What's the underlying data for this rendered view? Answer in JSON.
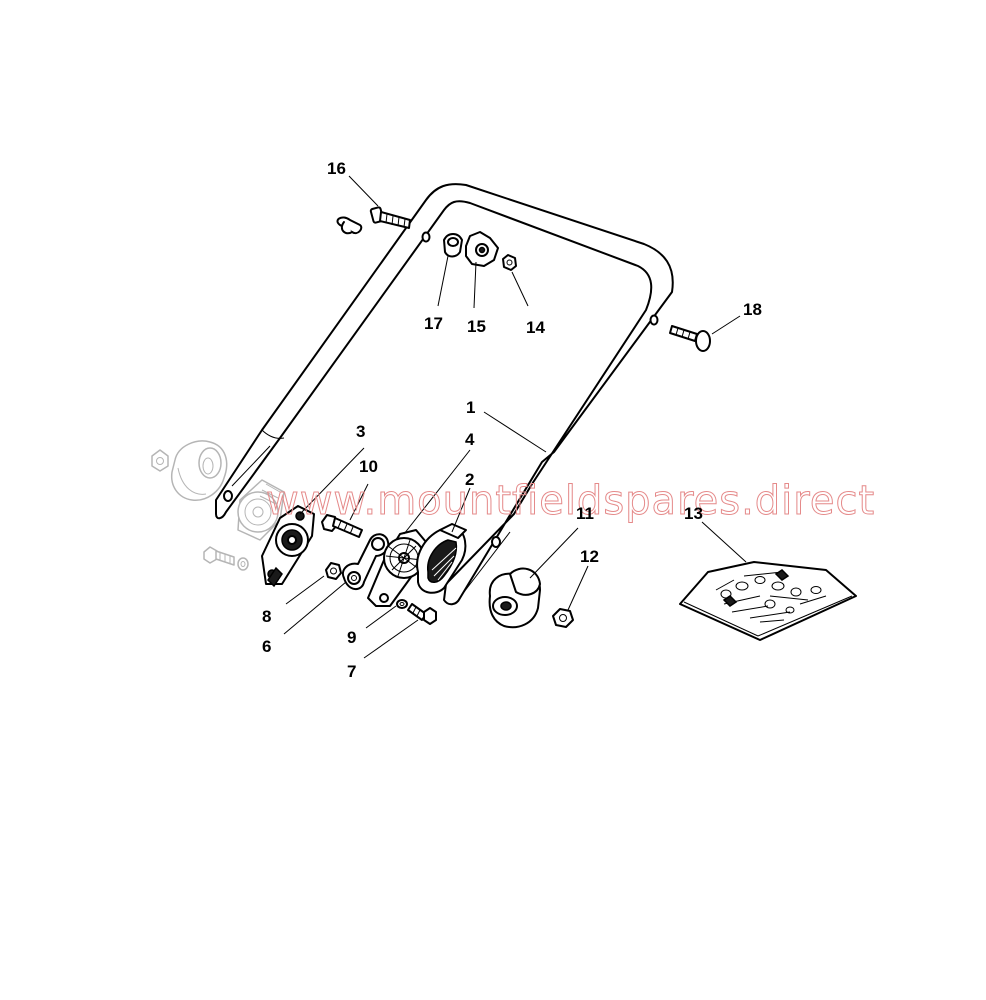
{
  "diagram": {
    "watermark": "www.mountfieldspares.direct",
    "callouts": [
      {
        "id": "1",
        "label": "1"
      },
      {
        "id": "2",
        "label": "2"
      },
      {
        "id": "3",
        "label": "3"
      },
      {
        "id": "4",
        "label": "4"
      },
      {
        "id": "6",
        "label": "6"
      },
      {
        "id": "7",
        "label": "7"
      },
      {
        "id": "8",
        "label": "8"
      },
      {
        "id": "9",
        "label": "9"
      },
      {
        "id": "10",
        "label": "10"
      },
      {
        "id": "11",
        "label": "11"
      },
      {
        "id": "12",
        "label": "12"
      },
      {
        "id": "13",
        "label": "13"
      },
      {
        "id": "14",
        "label": "14"
      },
      {
        "id": "15",
        "label": "15"
      },
      {
        "id": "16",
        "label": "16"
      },
      {
        "id": "17",
        "label": "17"
      },
      {
        "id": "18",
        "label": "18"
      }
    ],
    "colors": {
      "line": "#000000",
      "watermark": "#e58a8a",
      "ghost": "#b5b5b5",
      "background": "#ffffff"
    }
  }
}
